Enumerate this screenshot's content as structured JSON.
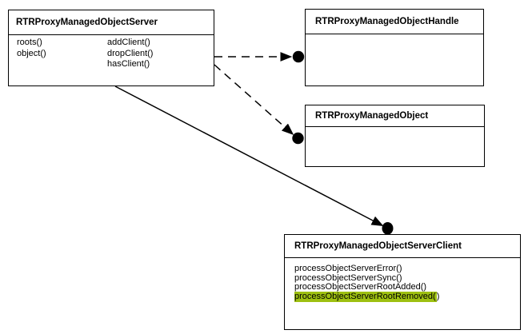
{
  "colors": {
    "background": "#ffffff",
    "line": "#000000",
    "highlight": "#9ec011"
  },
  "server_box": {
    "title": "RTRProxyManagedObjectServer",
    "methods_left": [
      "roots()",
      "object()"
    ],
    "methods_right": [
      "addClient()",
      "dropClient()",
      "hasClient()"
    ]
  },
  "handle_box": {
    "title": "RTRProxyManagedObjectHandle"
  },
  "object_box": {
    "title": "RTRProxyManagedObject"
  },
  "client_box": {
    "title": "RTRProxyManagedObjectServerClient",
    "methods": [
      "processObjectServerError()",
      "processObjectServerSync()",
      "processObjectServerRootAdded()",
      "processObjectServerRootRemoved()"
    ],
    "highlighted_method": "processObjectServerRootRemoved()",
    "highlighted_text": "processObjectServerRootRemoved(",
    "highlighted_suffix": ")"
  }
}
